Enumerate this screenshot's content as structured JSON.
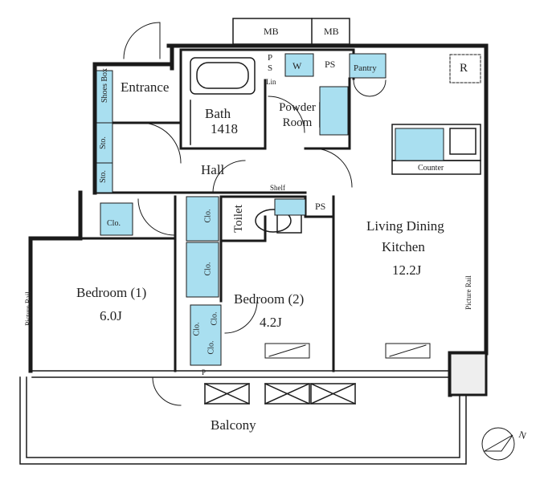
{
  "rooms": {
    "mb_left": "MB",
    "mb_right": "MB",
    "ps_small": "P\nS",
    "w": "W",
    "ps_top": "PS",
    "pantry": "Pantry",
    "r": "R",
    "entrance": "Entrance",
    "shoes_box": "Shoes Box",
    "bath": "Bath",
    "bath_size": "1418",
    "lin": "Lin",
    "powder_room": "Powder Room",
    "sto_1": "Sto.",
    "sto_2": "Sto.",
    "counter": "Counter",
    "hall": "Hall",
    "shelf": "Shelf",
    "ps_mid": "PS",
    "toilet": "Toilet",
    "clo_a": "Clo.",
    "clo_b": "Clo.",
    "clo_c": "Clo.",
    "clo_d": "Clo.",
    "clo_e": "Clo.",
    "clo_f": "Clo.",
    "living_1": "Living Dining",
    "living_2": "Kitchen",
    "living_size": "12.2J",
    "bedroom1": "Bedroom (1)",
    "bedroom1_size": "6.0J",
    "bedroom2": "Bedroom (2)",
    "bedroom2_size": "4.2J",
    "picture_rail_left": "Picture Rail",
    "picture_rail_right": "Picture Rail",
    "p": "P",
    "balcony": "Balcony",
    "north": "N"
  },
  "colors": {
    "wall": "#1a1a1a",
    "fixture": "#a9dff0",
    "background": "#ffffff"
  }
}
